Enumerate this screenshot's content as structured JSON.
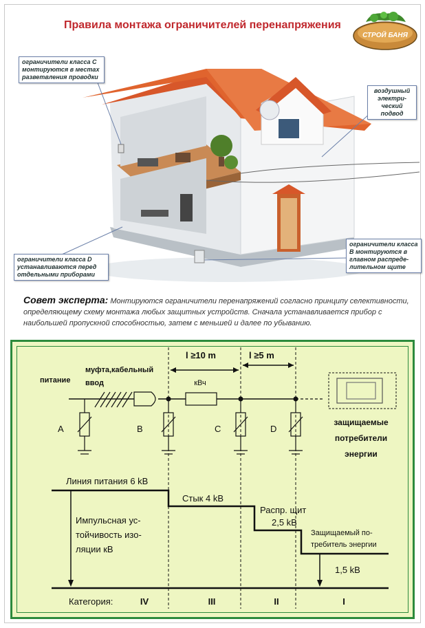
{
  "title": "Правила монтажа ограничителей перенапряжения",
  "logo_text": "СТРОЙ БАНЯ",
  "callouts": {
    "class_c": "ограничители класса С монтируются в местах разветвления проводки",
    "overhead": "воздушный электри-ческий подвод",
    "class_b": "ограничители класса В монтируются в главном распреде-лительном щите",
    "class_d": "ограничители класса D устанавливаются перед отдельными приборами"
  },
  "advice": {
    "heading": "Совет эксперта:",
    "text": "Монтируются ограничители перенапряжений согласно принципу селективности, определяющему схему монтажа любых защитных устройств. Сначала устанавливается прибор с наибольшей пропускной способностью, затем с меньшей и далее по убыванию."
  },
  "scheme": {
    "power_label": "питание",
    "cable_label_1": "муфта,кабельный",
    "cable_label_2": "ввод",
    "dist1": "l ≥10 m",
    "dist2": "l ≥5 m",
    "choke": "кВч",
    "points": [
      "A",
      "B",
      "C",
      "D"
    ],
    "consumer_1": "защищаемые",
    "consumer_2": "потребители",
    "consumer_3": "энергии"
  },
  "levels": {
    "line": "Линия питания 6 kВ",
    "joint": "Стык   4 kВ",
    "panel_1": "Распр. щит",
    "panel_2": "2,5 kВ",
    "consumer_1": "Защищаемый по-",
    "consumer_2": "требитель энергии",
    "consumer_3": "1,5 kВ",
    "imp_1": "Импульсная   ус-",
    "imp_2": "тойчивость    изо-",
    "imp_3": "ляции кВ",
    "category_label": "Категория:",
    "categories": [
      "IV",
      "III",
      "II",
      "I"
    ]
  },
  "colors": {
    "title": "#c0282d",
    "frame_green": "#2c8a3c",
    "panel_bg": "#eef6c2",
    "roof": "#e0642e"
  }
}
